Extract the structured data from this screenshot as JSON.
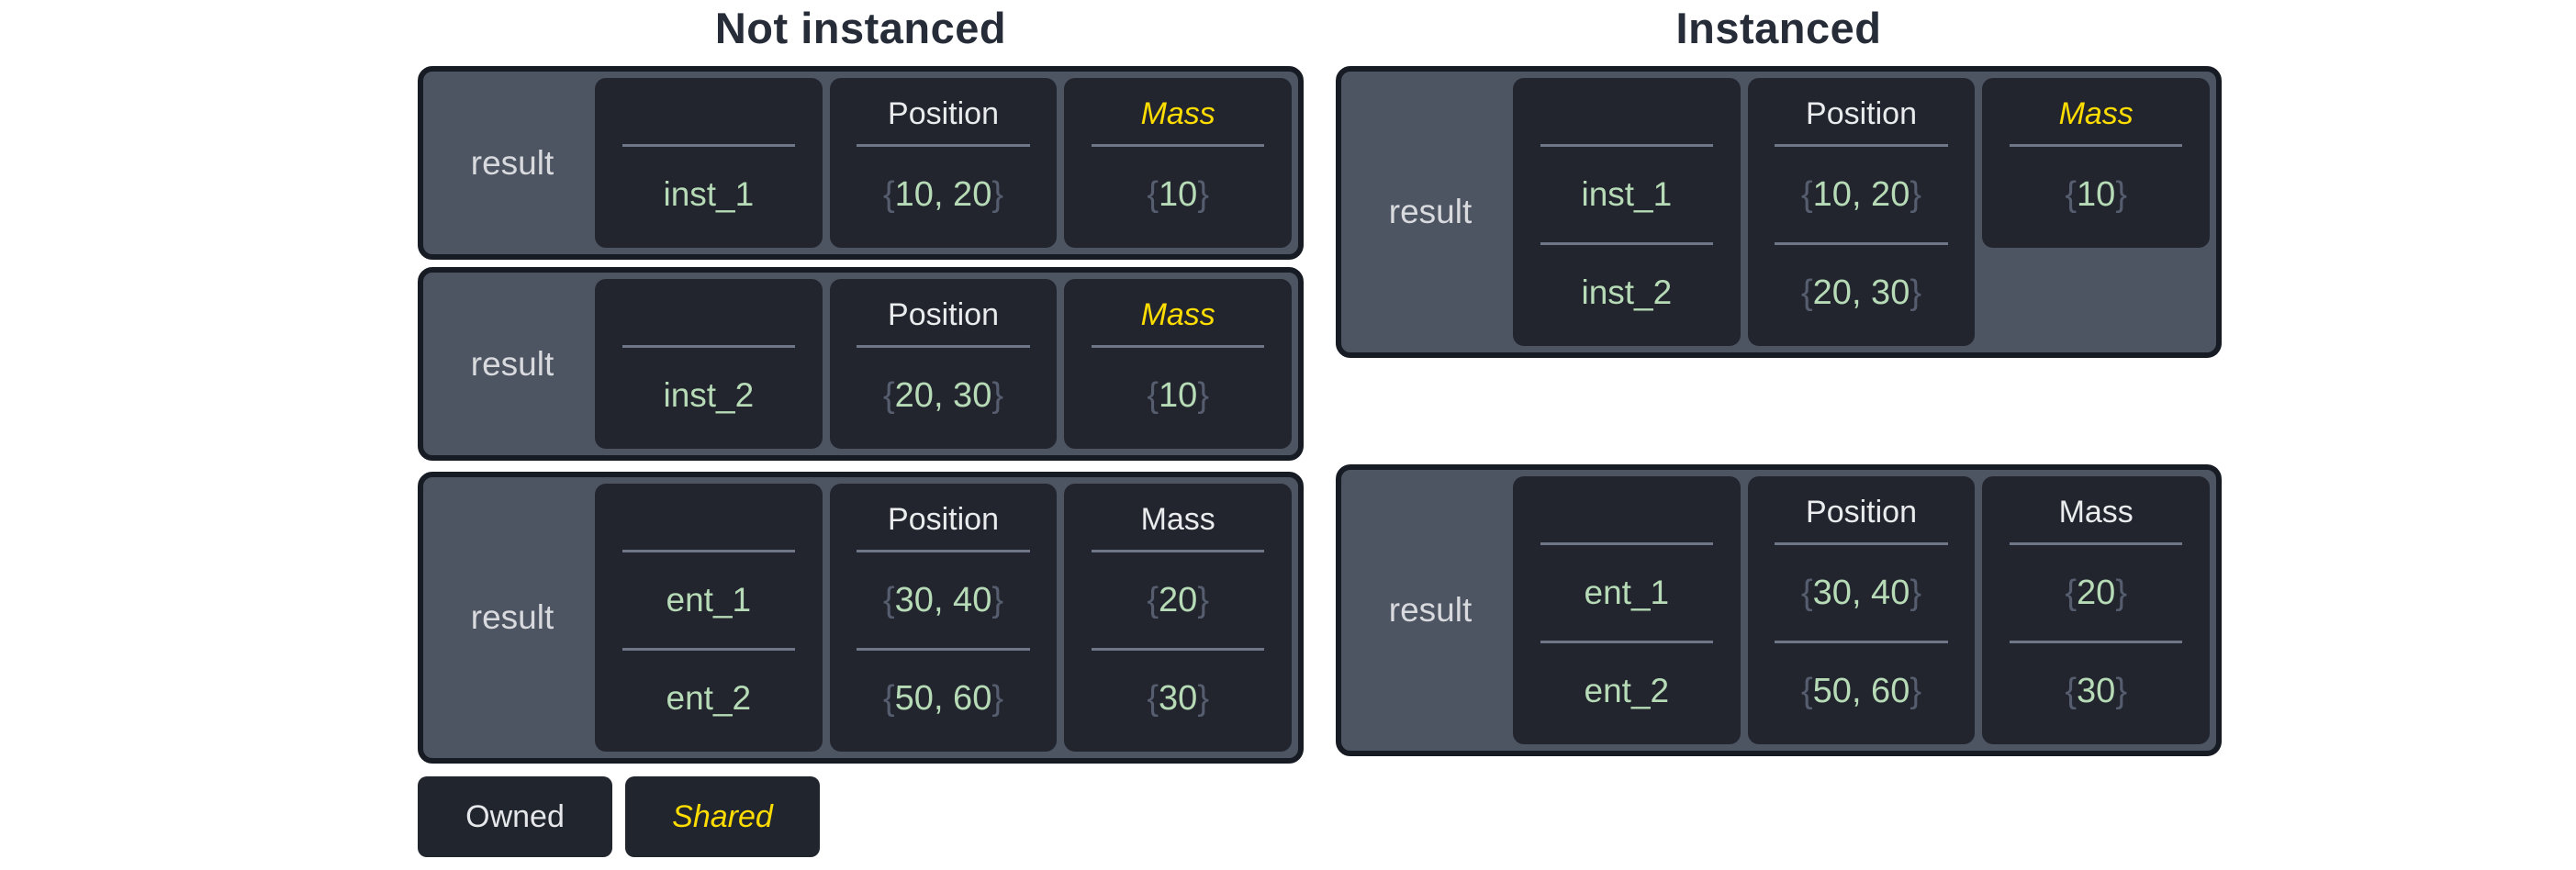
{
  "colors": {
    "box_background": "#4d5462",
    "box_border": "#171b23",
    "cell_background": "#22252e",
    "owned_text": "#e9ebed",
    "shared_text": "#ffdd00",
    "value_green": "#b6dbb6",
    "brace_gray": "#565d6f",
    "divider_gray": "#6e7687",
    "result_label_text": "#d8dade",
    "title_text": "#262c38"
  },
  "columns": {
    "left": {
      "title": "Not instanced",
      "boxes": [
        {
          "label": "result",
          "cells": [
            {
              "values": [
                {
                  "name": "inst_1"
                }
              ]
            },
            {
              "header": "Position",
              "values": [
                {
                  "open": "{",
                  "num": "10, 20",
                  "close": "}"
                }
              ]
            },
            {
              "header": "Mass",
              "shared": true,
              "values": [
                {
                  "open": "{",
                  "num": "10",
                  "close": "}"
                }
              ]
            }
          ]
        },
        {
          "label": "result",
          "cells": [
            {
              "values": [
                {
                  "name": "inst_2"
                }
              ]
            },
            {
              "header": "Position",
              "values": [
                {
                  "open": "{",
                  "num": "20, 30",
                  "close": "}"
                }
              ]
            },
            {
              "header": "Mass",
              "shared": true,
              "values": [
                {
                  "open": "{",
                  "num": "10",
                  "close": "}"
                }
              ]
            }
          ]
        },
        {
          "label": "result",
          "cells": [
            {
              "values": [
                {
                  "name": "ent_1"
                },
                {
                  "name": "ent_2"
                }
              ]
            },
            {
              "header": "Position",
              "values": [
                {
                  "open": "{",
                  "num": "30, 40",
                  "close": "}"
                },
                {
                  "open": "{",
                  "num": "50, 60",
                  "close": "}"
                }
              ]
            },
            {
              "header": "Mass",
              "shared": false,
              "values": [
                {
                  "open": "{",
                  "num": "20",
                  "close": "}"
                },
                {
                  "open": "{",
                  "num": "30",
                  "close": "}"
                }
              ]
            }
          ]
        }
      ]
    },
    "right": {
      "title": "Instanced",
      "boxes": [
        {
          "label": "result",
          "cells": [
            {
              "values": [
                {
                  "name": "inst_1"
                },
                {
                  "name": "inst_2"
                }
              ]
            },
            {
              "header": "Position",
              "values": [
                {
                  "open": "{",
                  "num": "10, 20",
                  "close": "}"
                },
                {
                  "open": "{",
                  "num": "20, 30",
                  "close": "}"
                }
              ]
            },
            {
              "header": "Mass",
              "shared": true,
              "short": true,
              "values": [
                {
                  "open": "{",
                  "num": "10",
                  "close": "}"
                }
              ]
            }
          ]
        },
        {
          "label": "result",
          "cells": [
            {
              "values": [
                {
                  "name": "ent_1"
                },
                {
                  "name": "ent_2"
                }
              ]
            },
            {
              "header": "Position",
              "values": [
                {
                  "open": "{",
                  "num": "30, 40",
                  "close": "}"
                },
                {
                  "open": "{",
                  "num": "50, 60",
                  "close": "}"
                }
              ]
            },
            {
              "header": "Mass",
              "shared": false,
              "values": [
                {
                  "open": "{",
                  "num": "20",
                  "close": "}"
                },
                {
                  "open": "{",
                  "num": "30",
                  "close": "}"
                }
              ]
            }
          ]
        }
      ]
    }
  },
  "legend": {
    "owned_label": "Owned",
    "shared_label": "Shared"
  }
}
